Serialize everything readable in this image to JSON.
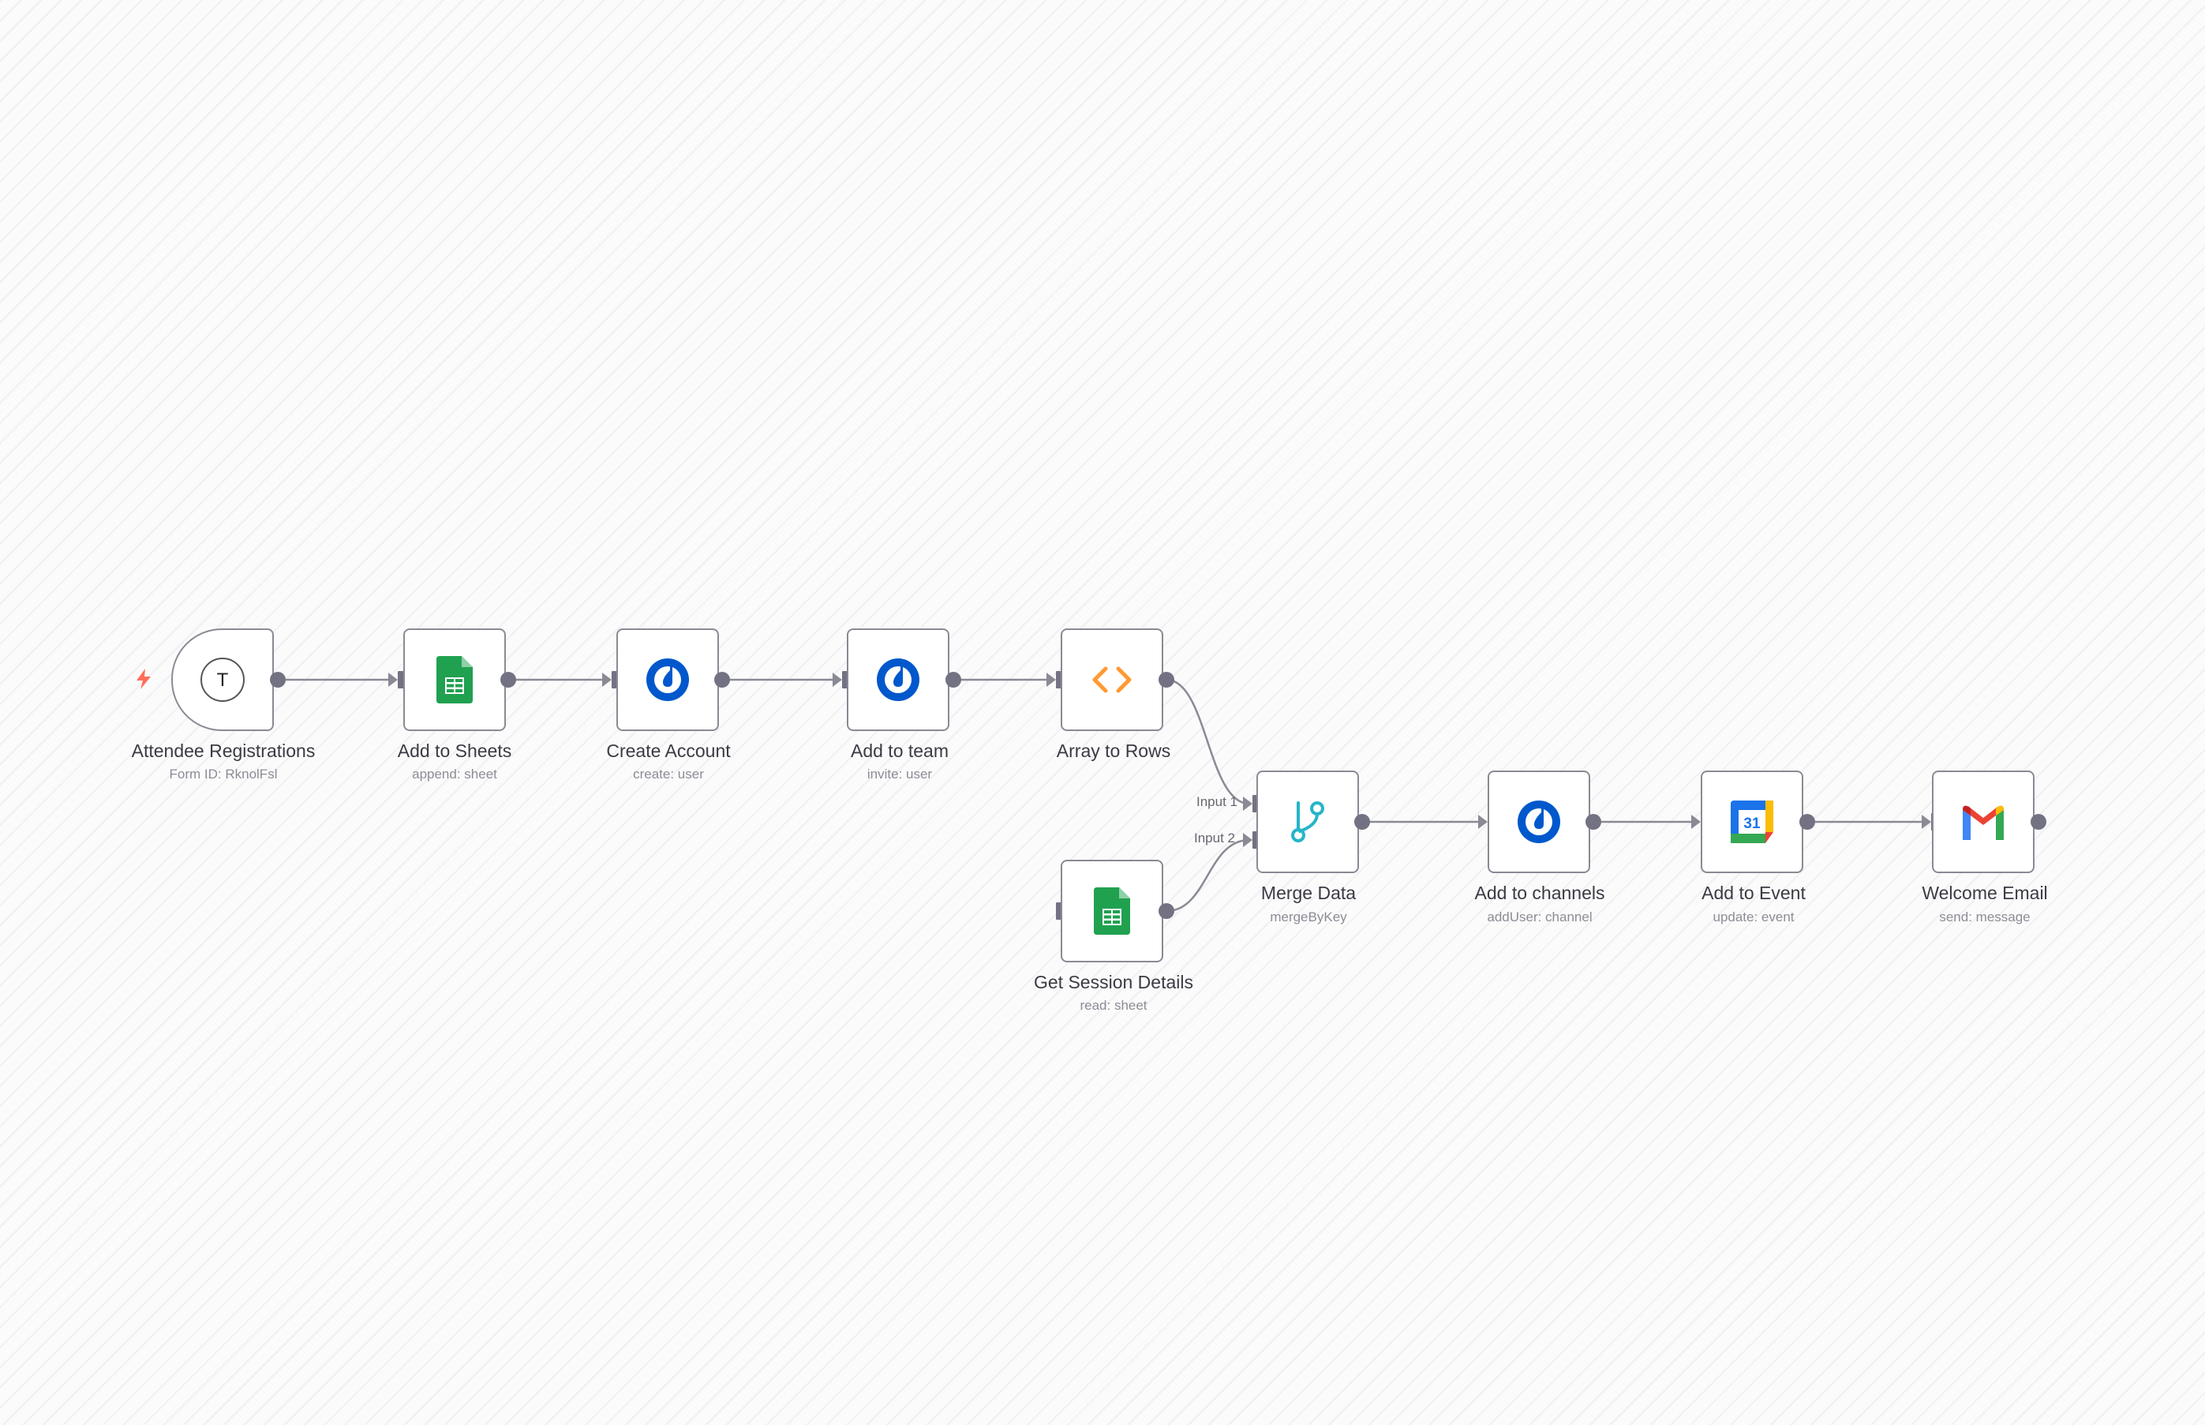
{
  "colors": {
    "edge": "#8a8a95",
    "port": "#727283",
    "sheets_green": "#20a150",
    "mattermost_blue": "#0058cc",
    "code_orange": "#ff9a33",
    "merge_teal": "#26b5c9",
    "trigger_bolt": "#ff6d5a"
  },
  "nodes": {
    "attendee_registrations": {
      "label": "Attendee Registrations",
      "sub": "Form ID: RknolFsl",
      "icon": "typeform-icon",
      "icon_text": "T"
    },
    "add_to_sheets": {
      "label": "Add to Sheets",
      "sub": "append: sheet",
      "icon": "google-sheets-icon"
    },
    "create_account": {
      "label": "Create Account",
      "sub": "create: user",
      "icon": "mattermost-icon"
    },
    "add_to_team": {
      "label": "Add to team",
      "sub": "invite: user",
      "icon": "mattermost-icon"
    },
    "array_to_rows": {
      "label": "Array to Rows",
      "sub": "",
      "icon": "code-icon"
    },
    "get_session_details": {
      "label": "Get Session Details",
      "sub": "read: sheet",
      "icon": "google-sheets-icon"
    },
    "merge_data": {
      "label": "Merge Data",
      "sub": "mergeByKey",
      "icon": "merge-icon",
      "inputs": [
        "Input 1",
        "Input 2"
      ]
    },
    "add_to_channels": {
      "label": "Add to channels",
      "sub": "addUser: channel",
      "icon": "mattermost-icon"
    },
    "add_to_event": {
      "label": "Add to Event",
      "sub": "update: event",
      "icon": "google-calendar-icon",
      "icon_text": "31"
    },
    "welcome_email": {
      "label": "Welcome Email",
      "sub": "send: message",
      "icon": "gmail-icon"
    }
  }
}
